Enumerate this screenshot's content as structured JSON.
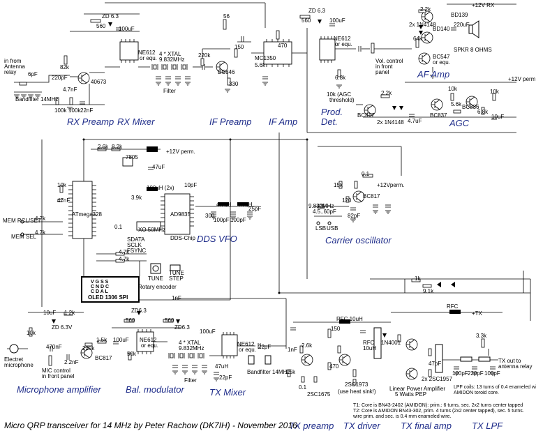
{
  "title": "Micro QRP transceiver for 14 MHz by Peter Rachow (DK7IH) - November 2016",
  "sections": {
    "rx_preamp": "RX Preamp",
    "rx_mixer": "RX Mixer",
    "if_preamp": "IF Preamp",
    "if_amp": "IF Amp",
    "prod_det": "Prod.",
    "prod_det2": "Det.",
    "af_amp": "AF Amp",
    "agc": "AGC",
    "dds_vfo": "DDS VFO",
    "carrier_osc": "Carrier oscillator",
    "mic_amp": "Microphone amplifier",
    "bal_mod": "Bal. modulator",
    "tx_mixer": "TX Mixer",
    "tx_preamp": "TX preamp",
    "tx_driver": "TX driver",
    "tx_final": "TX final amp",
    "tx_lpf": "TX LPF"
  },
  "labels": {
    "antenna_in": "in from",
    "antenna_in2": "Antenna",
    "antenna_in3": "relay",
    "bandfilter_rx": "Bandfilter 14MHz",
    "bandfilter_tx": "Bandfilter 14MHz",
    "xtal_rx": "4 * XTAL",
    "xtal_rx2": "9.832MHz",
    "filter_rx": "Filter",
    "xtal_tx": "4 * XTAL",
    "xtal_tx2": "9.832MHz",
    "filter_tx": "Filter",
    "ne612_rx": "NE612",
    "ne612_rx2": "or equ.",
    "ne612_prod": "NE612",
    "ne612_prod2": "or equ.",
    "ne612_bal": "NE612",
    "ne612_bal2": "or equ.",
    "ne612_tx": "NE612",
    "ne612_tx2": "or equ.",
    "mc1350": "MC1350",
    "bc846": "BC846",
    "zd_rx": "ZD 6.3",
    "zd_if": "ZD 6.3",
    "zd_mic": "ZD 6.3V",
    "zd_bal": "ZD6.3",
    "zd_bal2": "ZD6.3",
    "r560a": "560",
    "r560b": "560",
    "r560c": "560",
    "r560d": "560",
    "c100ua": "100uF",
    "c100ub": "100uF",
    "r82k": "82k",
    "bf_40673": "40673",
    "r100k": "100k",
    "r100k2": "100k",
    "r22nf": "22nF",
    "c47nf": "4.7nF",
    "c220pf": "220pF",
    "c6pf": "6pF",
    "r220k": "220k",
    "r56": "56",
    "r150": "150",
    "r330": "330",
    "r470": "470",
    "r5k6": "5.6k",
    "r6k8": "6.8k",
    "agc_thr": "10k (AGC",
    "agc_thr2": "threshold)",
    "vol": "Vol. control",
    "vol2": "in front",
    "vol3": "panel",
    "bd139": "BD139",
    "bd140": "BD140",
    "bc547": "BC547",
    "bc547b": "or equ.",
    "spkr": "SPKR 8 OHMS",
    "diodes": "2x 1N4148",
    "diodes2": "2x 1N4148",
    "r2k2": "2.2k",
    "r64k": "64k",
    "c220uf": "220uF",
    "plus12rx": "+12V RX",
    "plus12": "+12V perm.",
    "plus12b": "+12V perm.",
    "plus12c": "+12Vperm.",
    "bc817": "BC817",
    "bc837": "BC837",
    "bc836": "BC836",
    "r10k": "10k",
    "c47uf": "4.7uF",
    "c10uf": "10uF",
    "atmega": "ATmega328",
    "r8k2": "8.2k",
    "r2k6": "2.6k",
    "reg7805": "7805",
    "c47uf_reg": "47uF",
    "ind100": "100uH (2x)",
    "ind47a": "4.7uH",
    "ind47b": "4.7uH",
    "ad9835": "AD9835",
    "dds_chip": "DDS-Chip",
    "xo50": "XO 50MHz",
    "c39k": "3.9k",
    "c1": "0.1",
    "sdata": "SDATA",
    "sclk": "SCLK",
    "fsync": "FSYNC",
    "mem_rcl": "MEM RCL/SET",
    "mem_sel": "MEM SEL",
    "r4k7a": "4.7k",
    "r4k7b": "4.7k",
    "r4k7c": "4.7k",
    "r4k7d": "4.7k",
    "r10ka": "10k",
    "c47nfdds": "47nF",
    "c300": "300",
    "c100pf": "100pF",
    "c10pf": "10pF",
    "c25pf": "25pF",
    "rot_enc": "Rotary encoder",
    "tune": "TUNE",
    "tune_step": "TUNE",
    "tune_step2": "STEP",
    "oled_pins": "V G S S",
    "oled_pins2": "C N D C",
    "oled_pins3": "C D A L",
    "oled": "OLED 1306 SPI",
    "xtal_co": "9.832MHz",
    "trim_co": "4.5..60pF",
    "lsb": "LSB",
    "usb": "USB",
    "r15k": "15k",
    "r120": "120",
    "r82pf": "82pF",
    "c1nf": "1nF",
    "r12k": "1.2k",
    "c470nf": "470nF",
    "electret": "Electret",
    "electret2": "microphone",
    "mic_ctrl": "MIC control",
    "mic_ctrl2": "in front panel",
    "c22nf": "2.2nF",
    "r1k5": "1.5k",
    "r50k": "50k",
    "c22pf": "22pF",
    "c47uh": "47uH",
    "rfc": "RFC 10uH",
    "rfc2": "RFC",
    "rfc3": "10uH",
    "rfc4": "RFC",
    "n4001": "1N4001",
    "tx_plus": "+TX",
    "r2sc1675": "2SC1675",
    "r2sc1973": "2SC1973",
    "heatsink": "(use heat sink!)",
    "final_note": "Linear Power Amplifier",
    "final_note2": "5 Watts PEP",
    "final_tr": "2x 2SC1957",
    "c100pf_lpf": "100pF",
    "c220pf_lpf": "220pF",
    "c100pf_lpf2": "100pF",
    "c47pf": "47pF",
    "r3k3": "3.3k",
    "r9k1": "9.1k",
    "r1k": "1k",
    "tx_out": "TX out to",
    "tx_out2": "antenna relay",
    "lpf_coils": "LPF coils: 13 turns of 0.4 enameled wire on T37-2",
    "lpf_coils2": "AMIDON toroid core.",
    "t1": "T1: Core is BN43-2402 (AMIDON): prim.: 6 turns, sec. 2x2 turns center tapped",
    "t2": "T2: Core is AMIDON BN43-302, prim. 4 turns (2x2 center tapped), sec. 5 turns.",
    "t2b": "wire prim. and sec. is 0.4 mm enameled wire."
  },
  "icons": [
    "ground-symbol",
    "transistor",
    "resistor",
    "capacitor",
    "crystal",
    "diode",
    "speaker",
    "microphone",
    "potentiometer"
  ]
}
